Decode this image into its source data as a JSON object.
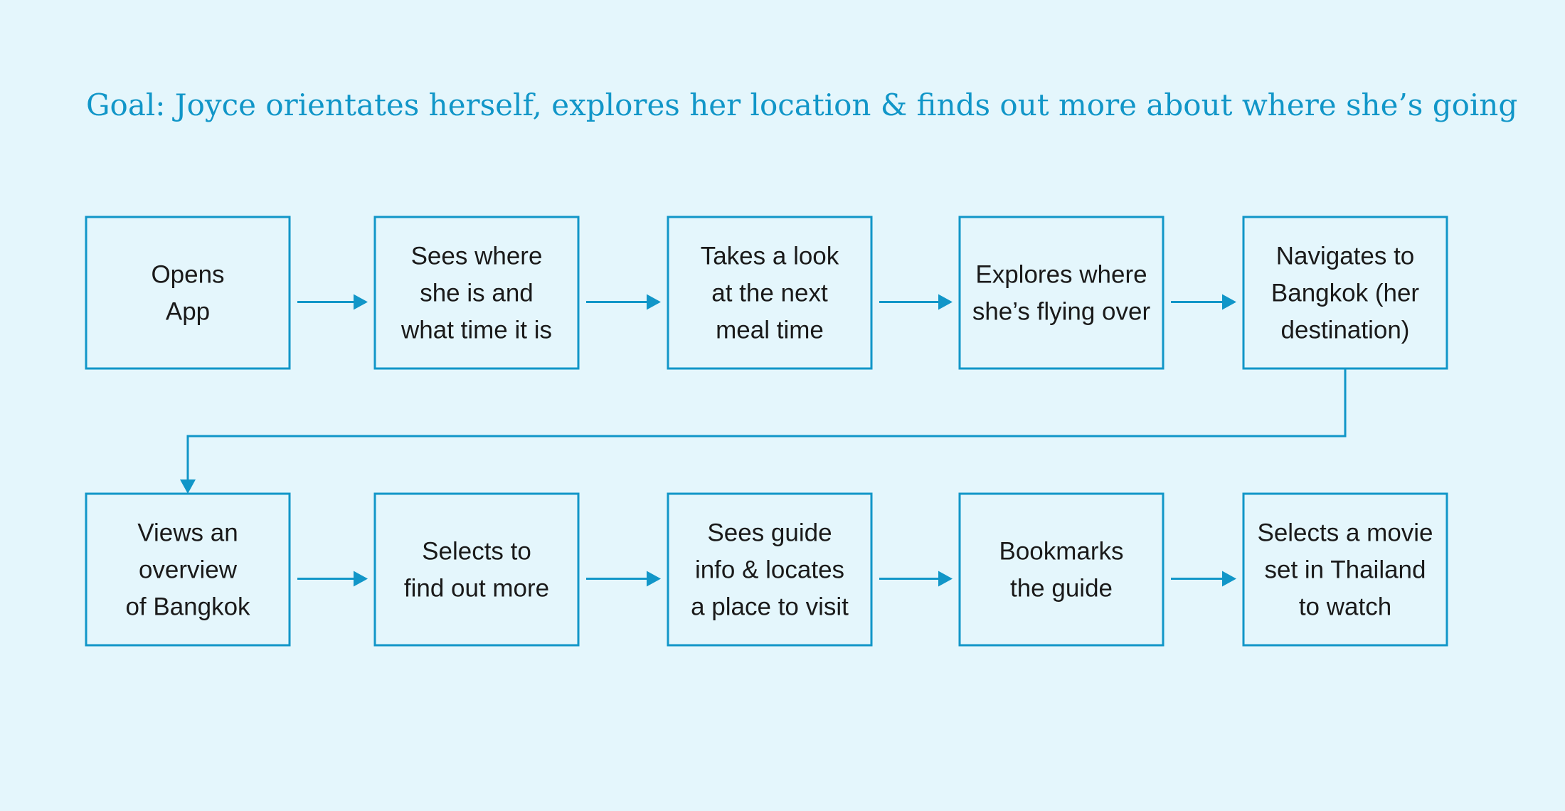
{
  "goal": "Goal:  Joyce orientates herself, explores her location & finds out more about where she’s going",
  "colors": {
    "background": "#e4f6fc",
    "accent": "#1196c8",
    "text": "#1a1a1a"
  },
  "steps": [
    {
      "lines": [
        "Opens",
        "App"
      ]
    },
    {
      "lines": [
        "Sees where",
        "she is and",
        "what time it is"
      ]
    },
    {
      "lines": [
        "Takes a look",
        "at the next",
        "meal time"
      ]
    },
    {
      "lines": [
        "Explores where",
        "she’s flying over"
      ]
    },
    {
      "lines": [
        "Navigates to",
        "Bangkok (her",
        "destination)"
      ]
    },
    {
      "lines": [
        "Views an",
        "overview",
        "of Bangkok"
      ]
    },
    {
      "lines": [
        "Selects to",
        "find out more"
      ]
    },
    {
      "lines": [
        "Sees guide",
        "info & locates",
        "a place to visit"
      ]
    },
    {
      "lines": [
        "Bookmarks",
        "the guide"
      ]
    },
    {
      "lines": [
        "Selects a movie",
        "set in Thailand",
        "to watch"
      ]
    }
  ]
}
